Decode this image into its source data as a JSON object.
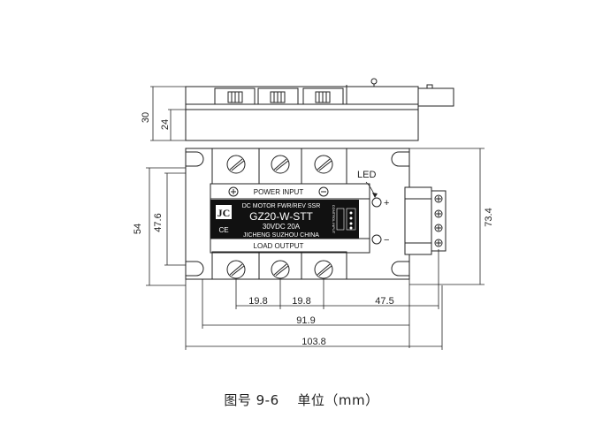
{
  "dimensions": {
    "side_height": "30",
    "side_inner_height": "24",
    "width": "54",
    "width_inner": "47.6",
    "height_overall": "73.4",
    "pitch_1": "19.8",
    "pitch_2": "19.8",
    "offset": "47.5",
    "mount_span": "91.9",
    "overall_length": "103.8"
  },
  "labels": {
    "led": "LED",
    "plus": "+",
    "minus": "−",
    "power_input": "POWER INPUT",
    "load_output": "LOAD OUTPUT"
  },
  "nameplate": {
    "line1": "DC MOTOR FWR/REV SSR",
    "model": "GZ20-W-STT",
    "rating": "30VDC 20A",
    "maker": "JICHENG SUZHOU CHINA",
    "side_label": "CONTROL INPUT"
  },
  "caption": "图号 9-6　 单位（mm）"
}
